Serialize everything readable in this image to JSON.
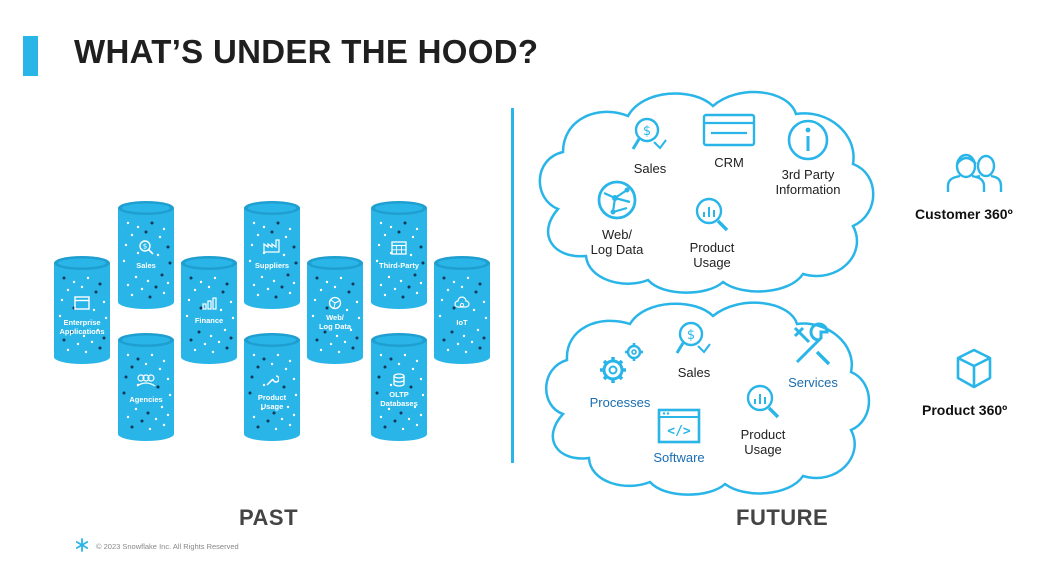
{
  "title": "WHAT’S UNDER THE HOOD?",
  "accent_color": "#29b5e8",
  "past": {
    "label": "PAST",
    "cylinders": [
      {
        "label": "Enterprise\nApplications",
        "icon": "window-icon"
      },
      {
        "label": "Sales",
        "icon": "money-search-icon"
      },
      {
        "label": "Agencies",
        "icon": "people-group-icon"
      },
      {
        "label": "Finance",
        "icon": "bar-chart-icon"
      },
      {
        "label": "Suppliers",
        "icon": "factory-icon"
      },
      {
        "label": "Product\nUsage",
        "icon": "wrench-icon"
      },
      {
        "label": "Web/\nLog Data",
        "icon": "globe-icon"
      },
      {
        "label": "Third-Party",
        "icon": "calendar-grid-icon"
      },
      {
        "label": "OLTP\nDatabases",
        "icon": "database-icon"
      },
      {
        "label": "IoT",
        "icon": "cloud-gear-icon"
      }
    ]
  },
  "future": {
    "label": "FUTURE",
    "customer_cloud": [
      {
        "label": "Sales",
        "icon": "money-search-icon"
      },
      {
        "label": "CRM",
        "icon": "browser-window-icon"
      },
      {
        "label": "3rd Party\nInformation",
        "icon": "info-icon"
      },
      {
        "label": "Web/\nLog Data",
        "icon": "globe-network-icon"
      },
      {
        "label": "Product\nUsage",
        "icon": "chart-search-icon"
      }
    ],
    "product_cloud": [
      {
        "label": "Processes",
        "icon": "gears-icon"
      },
      {
        "label": "Sales",
        "icon": "money-search-icon"
      },
      {
        "label": "Services",
        "icon": "tools-icon"
      },
      {
        "label": "Software",
        "icon": "code-window-icon"
      },
      {
        "label": "Product\nUsage",
        "icon": "chart-search-icon"
      }
    ]
  },
  "outcomes": {
    "customer": {
      "label": "Customer 360º",
      "icon": "people-icon"
    },
    "product": {
      "label": "Product 360º",
      "icon": "cube-icon"
    }
  },
  "footer": "© 2023 Snowflake Inc. All Rights Reserved"
}
